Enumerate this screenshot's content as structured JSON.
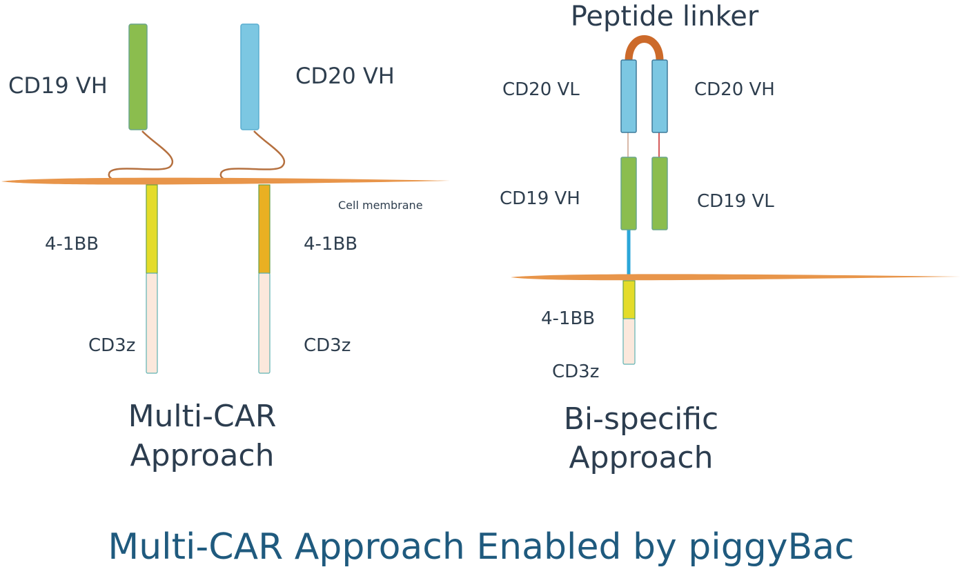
{
  "title": "Multi-CAR Approach Enabled by piggyBac",
  "colors": {
    "membrane": "#e8954a",
    "cd19_domain": "#8bbd4e",
    "cd20_domain": "#7cc7e2",
    "bb_multi_1": "#e4dc2a",
    "bb_multi_2": "#e9b022",
    "bb_bispecific": "#e4dc2a",
    "cd3z": "#fbe8dc",
    "peptide_linker": "#cc6a2a",
    "hinge": "#b5703f",
    "title": "#1f5a7e"
  },
  "multi_car": {
    "caption_line1": "Multi-CAR",
    "caption_line2": "Approach",
    "membrane_label": "Cell membrane",
    "car1": {
      "domain": "CD19 VH",
      "costim": "4-1BB",
      "signal": "CD3z"
    },
    "car2": {
      "domain": "CD20 VH",
      "costim": "4-1BB",
      "signal": "CD3z"
    }
  },
  "bispecific": {
    "caption_line1": "Bi-specific",
    "caption_line2": "Approach",
    "linker_label": "Peptide linker",
    "cd20_vl": "CD20 VL",
    "cd20_vh": "CD20 VH",
    "cd19_vh": "CD19 VH",
    "cd19_vl": "CD19 VL",
    "costim": "4-1BB",
    "signal": "CD3z"
  }
}
